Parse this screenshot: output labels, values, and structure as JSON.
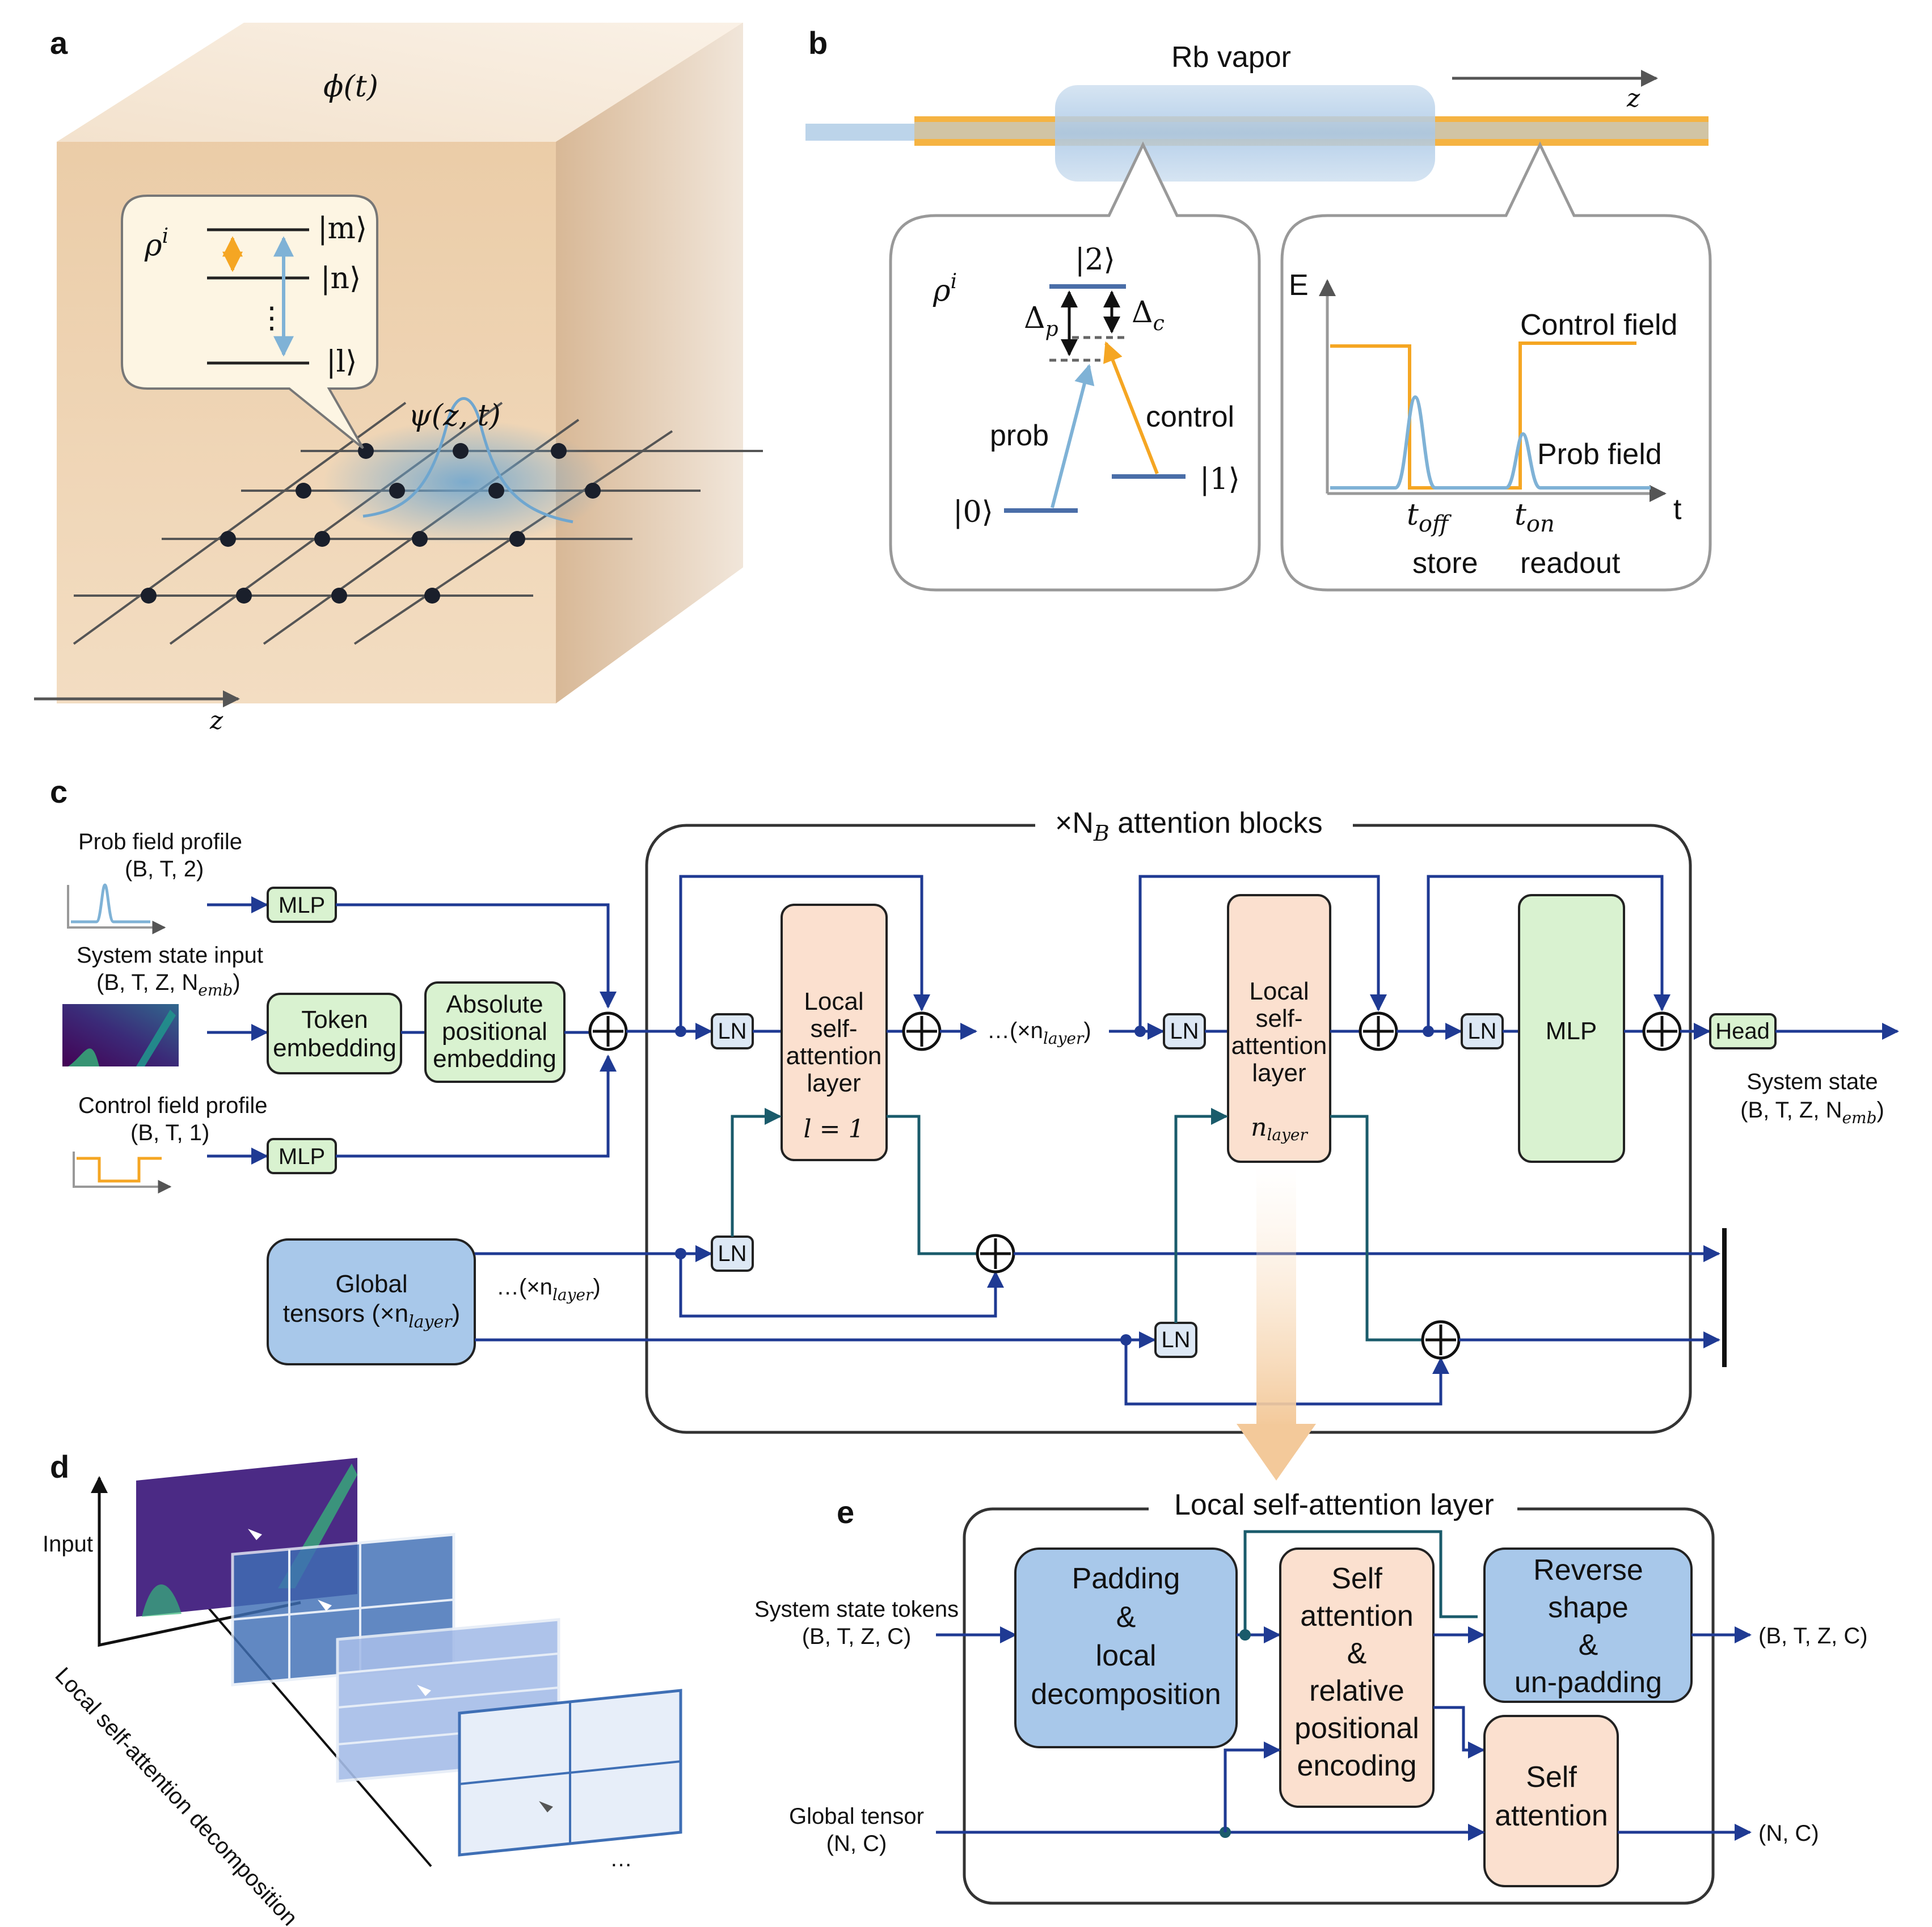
{
  "panels": {
    "a": "a",
    "b": "b",
    "c": "c",
    "d": "d",
    "e": "e"
  },
  "a": {
    "phi": "ϕ(t)",
    "rho": "ρ",
    "rho_sup": "i",
    "state_m": "|m⟩",
    "state_n": "|n⟩",
    "state_l": "|l⟩",
    "dots": "⋮",
    "psi": "ψ(z, t)",
    "z": "z"
  },
  "b": {
    "rb_vapor": "Rb vapor",
    "z": "z",
    "rho": "ρ",
    "rho_sup": "i",
    "state_2": "|2⟩",
    "state_0": "|0⟩",
    "state_1": "|1⟩",
    "delta_p": "Δ",
    "delta_p_sub": "p",
    "delta_c": "Δ",
    "delta_c_sub": "c",
    "prob": "prob",
    "control": "control",
    "e_axis": "E",
    "t_axis": "t",
    "control_field": "Control field",
    "prob_field": "Prob field",
    "t_off": "t",
    "t_off_sub": "off",
    "t_on": "t",
    "t_on_sub": "on",
    "store": "store",
    "readout": "readout"
  },
  "c": {
    "blocks_title_pre": "×N",
    "blocks_title_sub": "B",
    "blocks_title_post": " attention blocks",
    "prob_profile": "Prob field profile",
    "prob_shape": "(B, T, 2)",
    "sys_input": "System state input",
    "sys_input_shape_pre": "(B, T, Z, N",
    "sys_input_shape_sub": "emb",
    "sys_input_shape_post": ")",
    "control_profile": "Control field profile",
    "control_shape": "(B, T, 1)",
    "mlp": "MLP",
    "token_emb_1": "Token",
    "token_emb_2": "embedding",
    "abs_pos_1": "Absolute",
    "abs_pos_2": "positional",
    "abs_pos_3": "embedding",
    "ln": "LN",
    "local_1": "Local",
    "local_2": "self-",
    "local_3": "attention",
    "local_4": "layer",
    "l_eq": "l = 1",
    "n_layer_pre": "n",
    "n_layer_sub": "layer",
    "repeat_pre": "…(×n",
    "repeat_sub": "layer",
    "repeat_post": ")",
    "head": "Head",
    "sys_state": "System state",
    "sys_state_shape_pre": "(B, T, Z, N",
    "sys_state_shape_sub": "emb",
    "sys_state_shape_post": ")",
    "global_1": "Global",
    "global_2_pre": "tensors (×n",
    "global_2_sub": "layer",
    "global_2_post": ")"
  },
  "d": {
    "input": "Input",
    "axis_label": "Local self-attention decomposition",
    "ellipsis": "…"
  },
  "e": {
    "title": "Local self-attention layer",
    "sys_tokens": "System state tokens",
    "sys_tokens_shape": "(B, T, Z, C)",
    "global_tensor": "Global tensor",
    "global_shape": "(N, C)",
    "padding_1": "Padding",
    "padding_2": "&",
    "padding_3": "local",
    "padding_4": "decomposition",
    "self_1": "Self",
    "self_2": "attention",
    "self_3": "&",
    "self_4": "relative",
    "self_5": "positional",
    "self_6": "encoding",
    "reverse_1": "Reverse",
    "reverse_2": "shape",
    "reverse_3": "&",
    "reverse_4": "un-padding",
    "selfatt_1": "Self",
    "selfatt_2": "attention",
    "out_1": "(B, T, Z, C)",
    "out_2": "(N, C)"
  },
  "colors": {
    "flow": "#1f3a93",
    "orange": "#f5a623",
    "lightblue": "#7fb2d6",
    "green_box": "#d9f2d0",
    "orange_box": "#fbe0cf",
    "blue_box": "#a8c8ea"
  }
}
